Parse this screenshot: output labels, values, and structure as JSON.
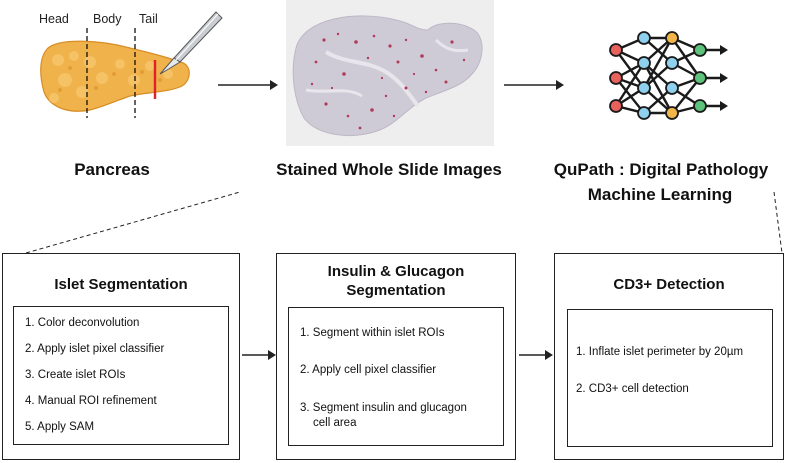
{
  "top": {
    "region_labels": {
      "head": "Head",
      "body": "Body",
      "tail": "Tail"
    },
    "pancreas_label": "Pancreas",
    "wsi_label": "Stained Whole Slide Images",
    "qupath_line1": "QuPath : Digital Pathology",
    "qupath_line2": "Machine Learning"
  },
  "boxes": [
    {
      "title": "Islet  Segmentation",
      "steps": [
        "1. Color deconvolution",
        "2. Apply islet pixel classifier",
        "3. Create islet ROIs",
        "4. Manual ROI refinement",
        "5. Apply SAM"
      ]
    },
    {
      "title_line1": "Insulin & Glucagon",
      "title_line2": "Segmentation",
      "steps": [
        "1. Segment within islet ROIs",
        "2. Apply cell pixel classifier",
        "3. Segment insulin and glucagon",
        "cell area"
      ]
    },
    {
      "title": "CD3+ Detection",
      "steps": [
        "1. Inflate islet perimeter by 20µm",
        "2. CD3+ cell detection"
      ]
    }
  ],
  "colors": {
    "pancreas": "#f0b24a",
    "pancreas_dark": "#d88d25",
    "cut_line": "#e0202a",
    "nn_red": "#e8615c",
    "nn_blue": "#8fd0ef",
    "nn_green": "#5fc27a",
    "nn_orange": "#f2b54a",
    "stain": "#b23a5a"
  },
  "icons": [
    "scalpel-icon",
    "neural-network-icon",
    "arrow-right-icon"
  ]
}
